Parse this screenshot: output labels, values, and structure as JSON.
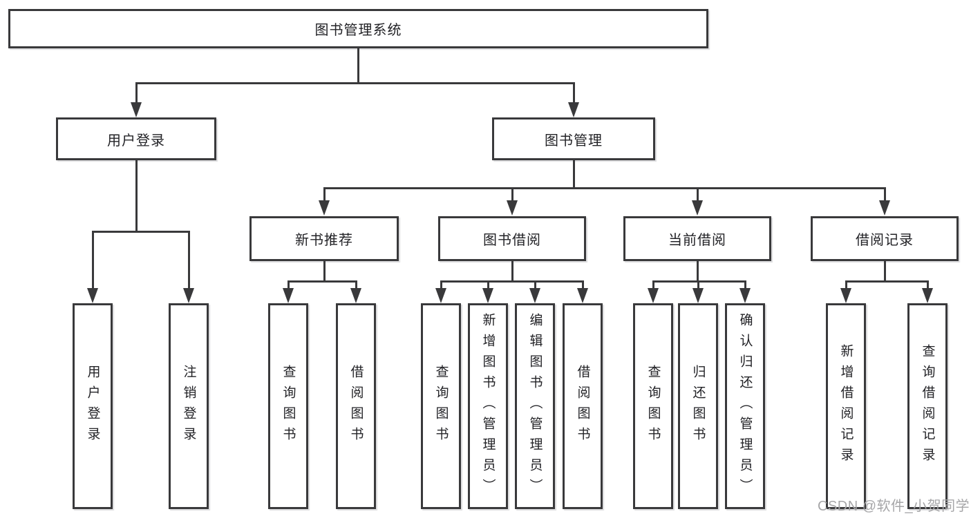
{
  "diagram": {
    "root": {
      "label": "图书管理系统"
    },
    "level2": [
      {
        "label": "用户登录",
        "children": [
          {
            "label": "用户登录"
          },
          {
            "label": "注销登录"
          }
        ]
      },
      {
        "label": "图书管理",
        "children": [
          {
            "label": "新书推荐",
            "children": [
              {
                "label": "查询图书"
              },
              {
                "label": "借阅图书"
              }
            ]
          },
          {
            "label": "图书借阅",
            "children": [
              {
                "label": "查询图书"
              },
              {
                "label": "新增图书（管理员）"
              },
              {
                "label": "编辑图书（管理员）"
              },
              {
                "label": "借阅图书"
              }
            ]
          },
          {
            "label": "当前借阅",
            "children": [
              {
                "label": "查询图书"
              },
              {
                "label": "归还图书"
              },
              {
                "label": "确认归还（管理员）"
              }
            ]
          },
          {
            "label": "借阅记录",
            "children": [
              {
                "label": "新增借阅记录"
              },
              {
                "label": "查询借阅记录"
              }
            ]
          }
        ]
      }
    ],
    "watermark": {
      "text": "CSDN @软件_小贺同学"
    },
    "colors": {
      "line": "#39393b",
      "text": "#222226",
      "watermark": "#a6a6a8",
      "background": "#ffffff"
    }
  }
}
